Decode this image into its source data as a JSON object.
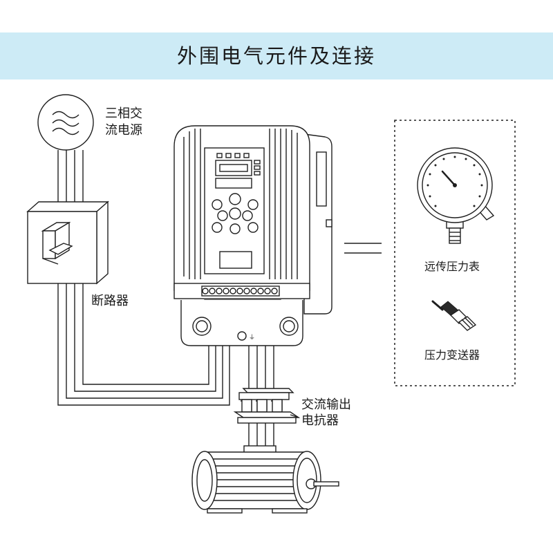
{
  "title": "外围电气元件及连接",
  "colors": {
    "banner": "#cdebf6",
    "line": "#1f1f1f",
    "text": "#1a1a1a"
  },
  "labels": {
    "power_line1": "三相交",
    "power_line2": "流电源",
    "breaker": "断路器",
    "gauge": "远传压力表",
    "transmitter": "压力变送器",
    "reactor_line1": "交流输出",
    "reactor_line2": "电抗器"
  },
  "icons": [
    "ac-source-icon",
    "breaker-icon",
    "inverter-icon",
    "pressure-gauge-icon",
    "pressure-transmitter-icon",
    "reactor-icon",
    "motor-icon",
    "equals-icon"
  ]
}
